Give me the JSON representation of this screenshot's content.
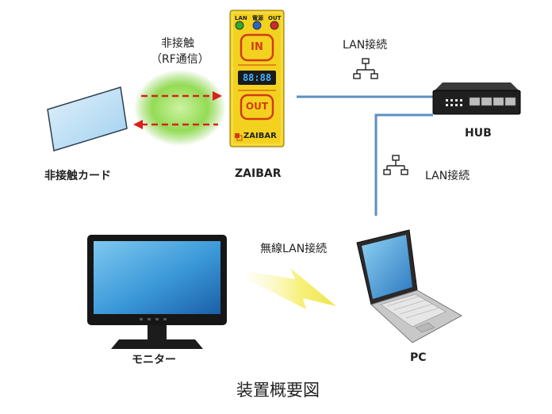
{
  "labels": {
    "card": "非接触カード",
    "zaibar": "ZAIBAR",
    "hub": "HUB",
    "pc": "PC",
    "monitor": "モニター",
    "rf_line1": "非接触",
    "rf_line2": "（RF通信）",
    "lan_top": "LAN接続",
    "lan_right": "LAN接続",
    "wireless": "無線LAN接続",
    "diagram_title": "装置概要図"
  },
  "device": {
    "led_lan": "LAN",
    "led_mid": "電源",
    "led_out": "OUT",
    "in_text": "IN",
    "display": "88:88",
    "out_text": "OUT",
    "brand": "ZAIBAR"
  },
  "colors": {
    "device_body": "#f3d21f",
    "device_accent": "#d23b15",
    "cable": "#5b8fc0",
    "arrow": "#d92020",
    "rf_glow": "#7ccf3b",
    "lightning": "#f6f07a"
  },
  "icons": [
    "network-icon",
    "network-icon",
    "lightning-icon"
  ]
}
